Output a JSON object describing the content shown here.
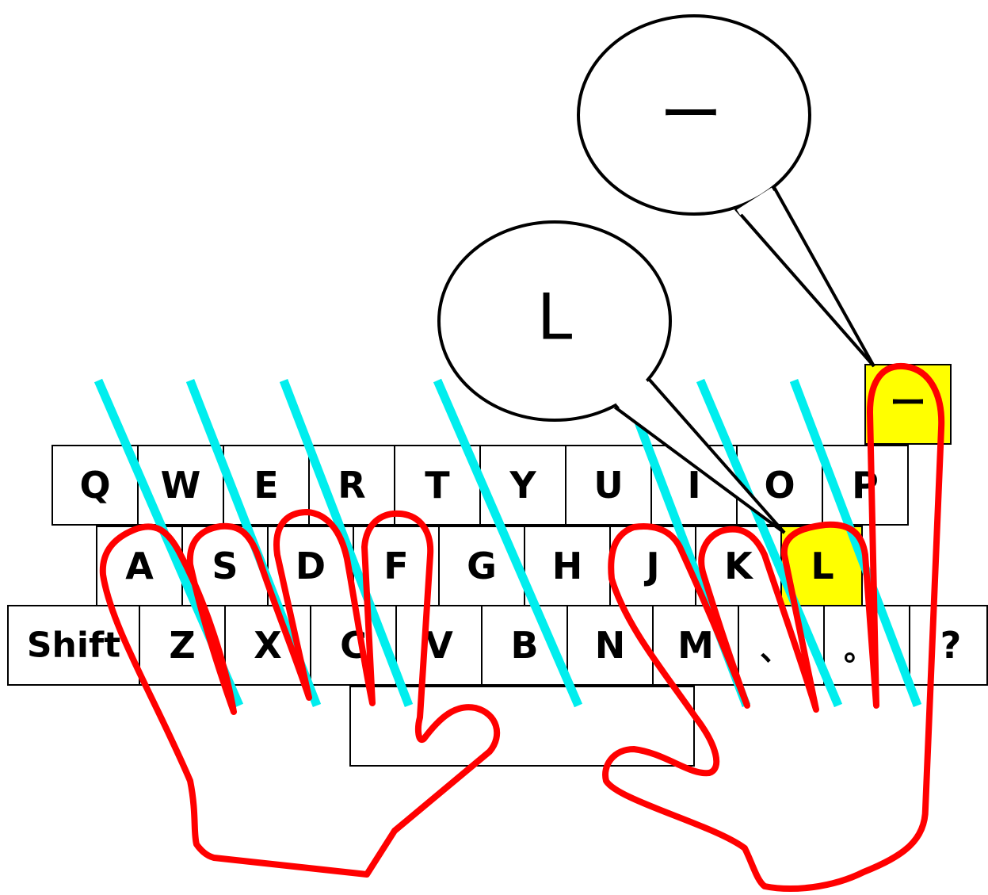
{
  "keyboard": {
    "row1": [
      "Q",
      "W",
      "E",
      "R",
      "T",
      "Y",
      "U",
      "I",
      "O",
      "P"
    ],
    "row2": [
      "A",
      "S",
      "D",
      "F",
      "G",
      "H",
      "J",
      "K",
      "L"
    ],
    "row3": [
      "Shift",
      "Z",
      "X",
      "C",
      "V",
      "B",
      "N",
      "M",
      "、",
      "。",
      "?"
    ],
    "highlighted_keys": [
      "L",
      "ー"
    ],
    "extra_key": "ー",
    "highlight_color": "#ffff00"
  },
  "bubbles": [
    {
      "text": "ー"
    },
    {
      "text": "L"
    }
  ],
  "colors": {
    "hand_outline": "#ff0000",
    "finger_guides": "#00eeee",
    "key_border": "#000000"
  }
}
